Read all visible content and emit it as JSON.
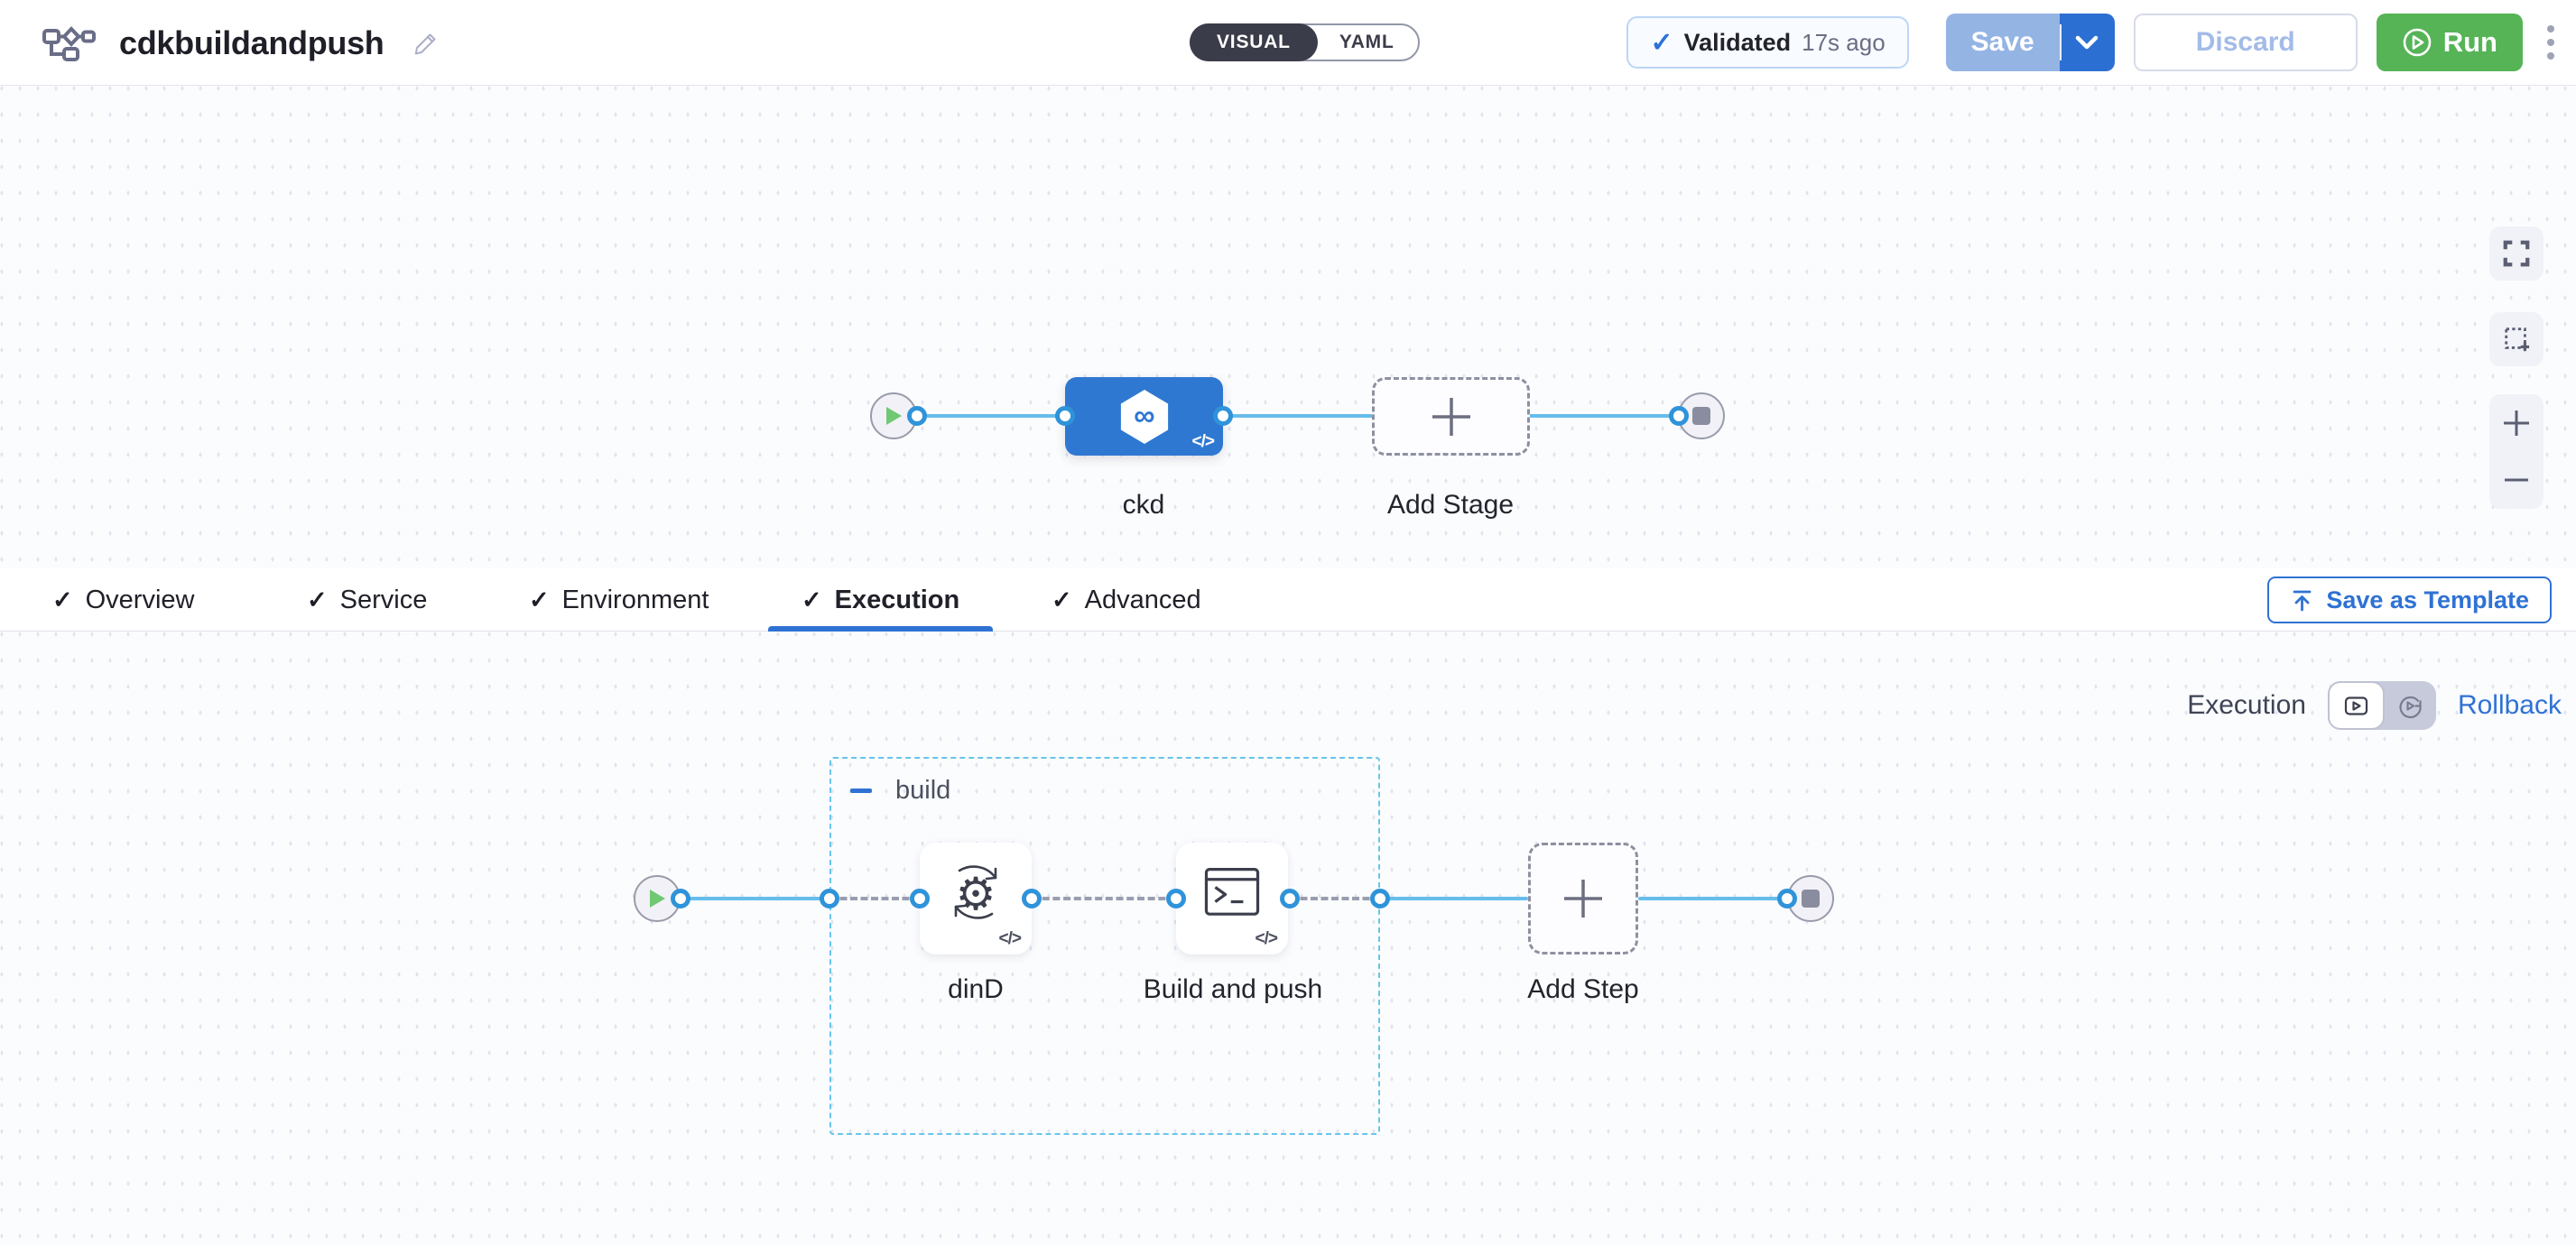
{
  "header": {
    "title": "cdkbuildandpush",
    "mode_toggle": {
      "visual_label": "VISUAL",
      "yaml_label": "YAML",
      "selected": "VISUAL"
    },
    "validation": {
      "label": "Validated",
      "time_ago": "17s ago"
    },
    "buttons": {
      "save": "Save",
      "discard": "Discard",
      "run": "Run"
    }
  },
  "stage_canvas": {
    "stage_label": "ckd",
    "add_stage_label": "Add Stage"
  },
  "tabs": {
    "items": [
      {
        "label": "Overview"
      },
      {
        "label": "Service"
      },
      {
        "label": "Environment"
      },
      {
        "label": "Execution"
      },
      {
        "label": "Advanced"
      }
    ],
    "active": "Execution",
    "save_as_template_label": "Save as Template"
  },
  "execution_canvas": {
    "view_labels": {
      "execution": "Execution",
      "rollback": "Rollback"
    },
    "group_label": "build",
    "steps": [
      {
        "label": "dinD"
      },
      {
        "label": "Build and push"
      }
    ],
    "add_step_label": "Add Step"
  },
  "icons": {
    "check": "✓",
    "infinity": "∞",
    "code": "</>"
  },
  "colors": {
    "primary_blue": "#2f72d4",
    "stage_blue": "#2e78d2",
    "connector_blue": "#66bdec",
    "connector_point_blue": "#2f93da",
    "run_green": "#56b457",
    "save_disabled_blue": "#94b4e4",
    "toggle_dark": "#3b3c49",
    "group_dash_blue": "#69c4ec"
  }
}
